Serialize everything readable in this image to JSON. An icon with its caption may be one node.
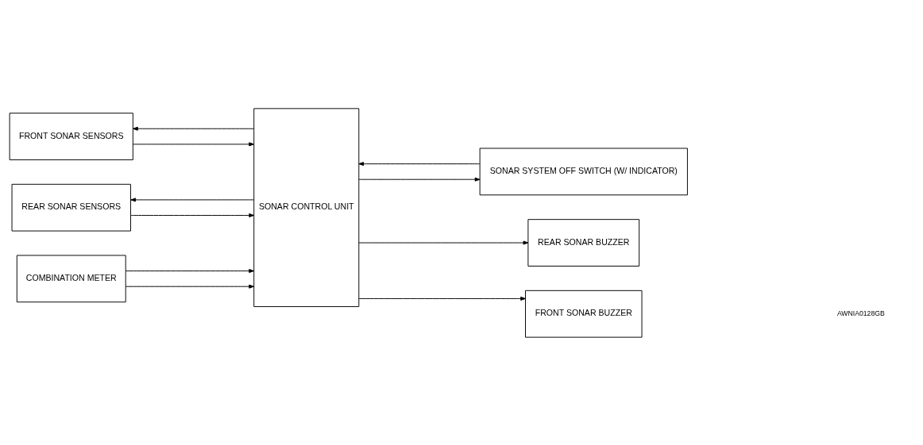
{
  "diagram": {
    "nodes": [
      {
        "text": [
          "FRONT SONAR SENSORS"
        ]
      },
      {
        "text": [
          "REAR SONAR SENSORS"
        ]
      },
      {
        "text": [
          "COMBINATION METER"
        ]
      },
      {
        "text": [
          "SONAR CONTROL UNIT"
        ]
      },
      {
        "text": [
          "SONAR SYSTEM OFF SWITCH (W/ INDICATOR)"
        ]
      },
      {
        "text": [
          "REAR SONAR BUZZER"
        ]
      },
      {
        "text": [
          "FRONT SONAR BUZZER"
        ]
      }
    ],
    "edges": [
      {
        "from": 0,
        "to": 3,
        "arrow": "to"
      },
      {
        "from": 3,
        "to": 0,
        "arrow": "to"
      },
      {
        "from": 1,
        "to": 3,
        "arrow": "to"
      },
      {
        "from": 3,
        "to": 1,
        "arrow": "to"
      },
      {
        "from": 2,
        "to": 3,
        "arrow": "to"
      },
      {
        "from": 2,
        "to": 3,
        "arrow": "to"
      },
      {
        "from": 3,
        "to": 4,
        "arrow": "to"
      },
      {
        "from": 4,
        "to": 3,
        "arrow": "to"
      },
      {
        "from": 3,
        "to": 5,
        "arrow": "to"
      },
      {
        "from": 3,
        "to": 6,
        "arrow": "to"
      }
    ],
    "labels": [
      "AWNIA0128GB"
    ]
  }
}
